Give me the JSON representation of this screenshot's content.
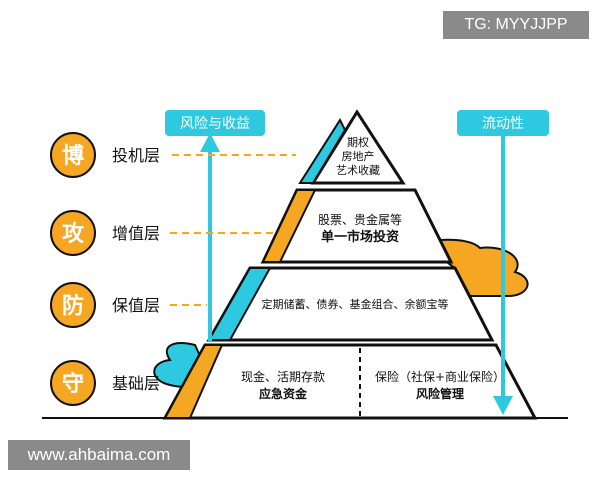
{
  "corner_tag": "TG: MYYJJPP",
  "watermark": "www.ahbaima.com",
  "arrows": {
    "left_label": "风险与收益",
    "right_label": "流动性"
  },
  "layers": [
    {
      "char": "博",
      "name": "投机层",
      "circle_color": "#f5a623"
    },
    {
      "char": "攻",
      "name": "增值层",
      "circle_color": "#f5a623"
    },
    {
      "char": "防",
      "name": "保值层",
      "circle_color": "#f5a623"
    },
    {
      "char": "守",
      "name": "基础层",
      "circle_color": "#f5a623"
    }
  ],
  "pyramid": {
    "top": [
      "期权",
      "房地产",
      "艺术收藏"
    ],
    "second": [
      "股票、贵金属等",
      "单一市场投资"
    ],
    "third": [
      "定期储蓄、债券、基金组合、余额宝等"
    ],
    "base_left": [
      "现金、活期存款",
      "应急资金"
    ],
    "base_right": [
      "保险（社保+商业保险）",
      "风险管理"
    ]
  },
  "colors": {
    "orange": "#f5a623",
    "cyan": "#2ec9e0",
    "outline": "#111111"
  }
}
